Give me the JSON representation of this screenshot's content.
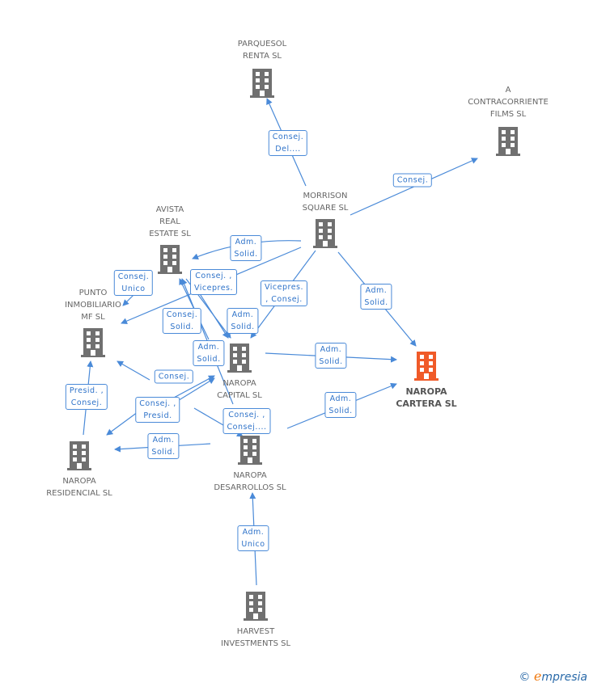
{
  "nodes": {
    "parquesol": "PARQUESOL\nRENTA  SL",
    "contracorriente": "A\nCONTRACORRIENTE\nFILMS SL",
    "morrison": "MORRISON\nSQUARE SL",
    "avista": "AVISTA\nREAL\nESTATE SL",
    "punto": "PUNTO\nINMOBILIARIO\nMF SL",
    "capital": "NAROPA\nCAPITAL SL",
    "cartera": "NAROPA\nCARTERA SL",
    "residencial": "NAROPA\nRESIDENCIAL SL",
    "desarrollos": "NAROPA\nDESARROLLOS SL",
    "harvest": "HARVEST\nINVESTMENTS SL"
  },
  "relations": [
    "Consej.\nDel....",
    "Consej.",
    "Adm.\nSolid.",
    "Consej.\nUnico",
    "Consej. ,\nVicepres.",
    "Adm.\nSolid.",
    "Consej.\nSolid.",
    "Vicepres.\n, Consej.",
    "Adm.\nSolid.",
    "Adm.\nSolid.",
    "Adm.\nSolid.",
    "Consej.\n ",
    "Consej. ,\nPresid.",
    "Consej. ,\nConsej....",
    "Adm.\nSolid.",
    "Presid. ,\nConsej.",
    "Adm.\nSolid.",
    "Adm.\nUnico"
  ],
  "colors": {
    "edge": "#4a8ad8",
    "building": "#707070",
    "highlight": "#f05a28"
  },
  "footer": {
    "copyright": "©",
    "brand": "Empresia"
  }
}
